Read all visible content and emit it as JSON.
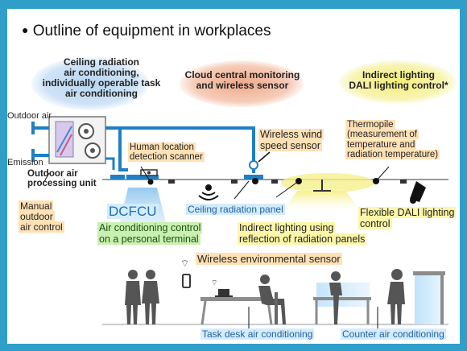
{
  "title": "Outline of equipment in workplaces",
  "groups": {
    "radiation": [
      "Ceiling radiation",
      "air conditioning,",
      "individually operable task",
      "air conditioning"
    ],
    "cloud": [
      "Cloud central monitoring",
      "and wireless sensor"
    ],
    "lighting": [
      "Indirect lighting",
      "DALI lighting control*"
    ]
  },
  "labels": {
    "outdoor_air": "Outdoor air",
    "emission": "Emission",
    "processing_unit": [
      "Outdoor air",
      "processing unit"
    ],
    "manual": [
      "Manual",
      "outdoor",
      "air control"
    ],
    "human_scanner": [
      "Human location",
      "detection scanner"
    ],
    "wind_sensor": [
      "Wireless wind",
      "speed sensor"
    ],
    "thermopile": [
      "Thermopile",
      "(measurement of",
      "temperature and",
      "radiation temperature)"
    ],
    "dcfcu": "DCFCU",
    "ceiling_panel": "Ceiling radiation panel",
    "personal_ac": [
      "Air conditioning control",
      "on a personal terminal"
    ],
    "indirect": [
      "Indirect lighting using",
      "reflection of radiation panels"
    ],
    "dali": [
      "Flexible DALI lighting",
      "control"
    ],
    "env_sensor": "Wireless environmental sensor",
    "task_desk": "Task desk air conditioning",
    "counter": "Counter air conditioning"
  },
  "colors": {
    "frame": "#2f9fc9",
    "duct": "#1f7fc4",
    "radiation_ellipse": "#a9cdee",
    "cloud_ellipse": "#efb092",
    "lighting_ellipse": "#f5f08a",
    "orange_highlight": "#ffe1b5",
    "green_highlight": "#c9f0b0",
    "yellow_highlight": "#fdf6a8"
  },
  "icons": [
    "wifi-icon",
    "speaker-wave-icon",
    "light-fixture-icon",
    "spotlight-icon",
    "phone-icon",
    "laptop-icon",
    "person-silhouette-icon"
  ]
}
